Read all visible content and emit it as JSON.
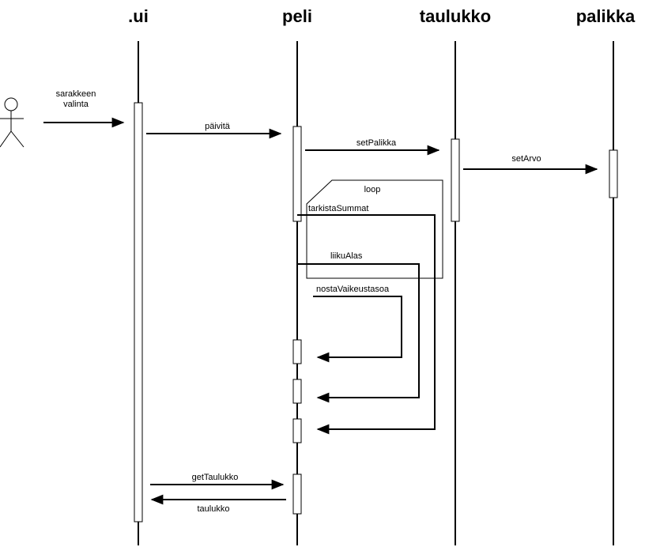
{
  "lifelines": [
    ".ui",
    "peli",
    "taulukko",
    "palikka"
  ],
  "actor_label": [
    "sarakkeen",
    "valinta"
  ],
  "messages": {
    "paivita": "päivitä",
    "setPalikka": "setPalikka",
    "setArvo": "setArvo",
    "tarkistaSummat": "tarkistaSummat",
    "liikuAlas": "liikuAlas",
    "nostaVaikeustasoa": "nostaVaikeustasoa",
    "getTaulukko": "getTaulukko",
    "taulukko": "taulukko"
  },
  "fragment": {
    "label": "loop"
  }
}
